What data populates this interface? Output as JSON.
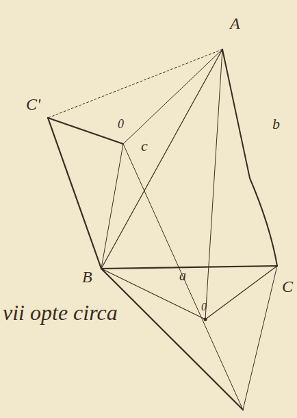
{
  "diagram": {
    "labels": [
      "A",
      "C'",
      "0",
      "c",
      "b",
      "B",
      "a",
      "C",
      "0",
      "vii opte circa"
    ]
  }
}
